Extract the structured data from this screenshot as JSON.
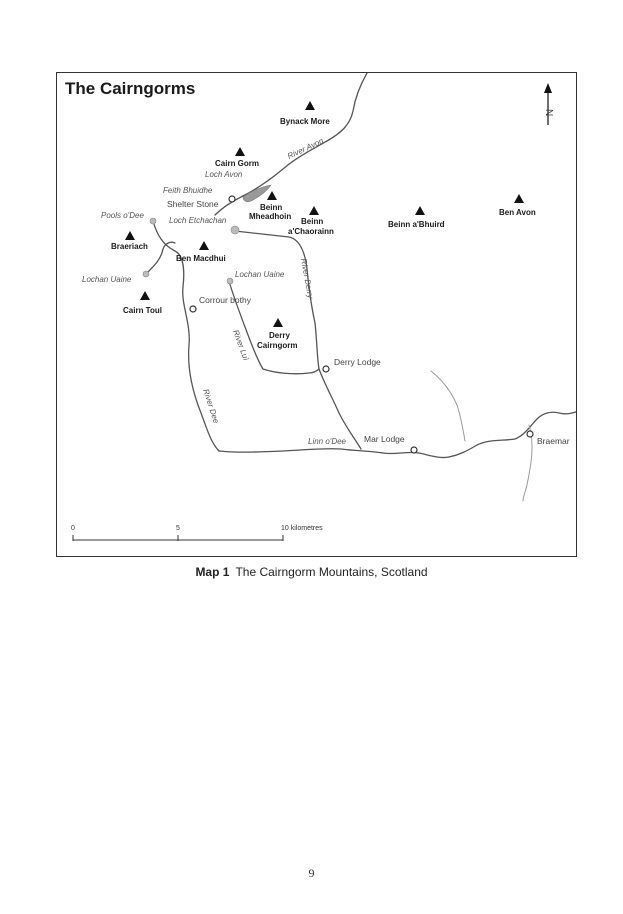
{
  "map": {
    "title": "The Cairngorms",
    "north_label": "N",
    "peaks": [
      {
        "name": "Bynack More"
      },
      {
        "name": "Cairn Gorm"
      },
      {
        "name": "Beinn",
        "name2": "Mheadhoin"
      },
      {
        "name": "Beinn",
        "name2": "a'Chaorainn"
      },
      {
        "name": "Beinn a'Bhuird"
      },
      {
        "name": "Ben Avon"
      },
      {
        "name": "Braeriach"
      },
      {
        "name": "Ben Macdhui"
      },
      {
        "name": "Cairn Toul"
      },
      {
        "name": "Derry",
        "name2": "Cairngorm"
      }
    ],
    "places": [
      {
        "name": "Shelter Stone"
      },
      {
        "name": "Corrour bothy"
      },
      {
        "name": "Derry Lodge"
      },
      {
        "name": "Mar Lodge"
      },
      {
        "name": "Braemar"
      }
    ],
    "water": [
      {
        "name": "River Avon"
      },
      {
        "name": "Loch Avon"
      },
      {
        "name": "Feith Bhuidhe"
      },
      {
        "name": "Loch Etchachan"
      },
      {
        "name": "Pools o'Dee"
      },
      {
        "name": "Lochan Uaine"
      },
      {
        "name": "Lochan Uaine"
      },
      {
        "name": "River Derry"
      },
      {
        "name": "River Luì"
      },
      {
        "name": "River Dee"
      },
      {
        "name": "Linn o'Dee"
      }
    ],
    "scale": {
      "ticks": [
        "0",
        "5",
        "10 kilometres"
      ]
    }
  },
  "caption": {
    "number": "Map 1",
    "text": "The Cairngorm Mountains, Scotland"
  },
  "page_number": "9"
}
